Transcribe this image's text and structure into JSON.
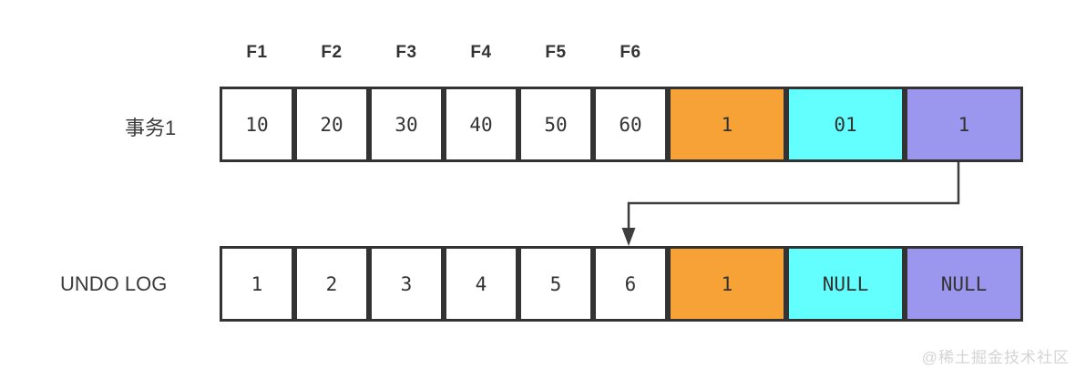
{
  "diagram": {
    "watermark": "@稀土掘金技术社区"
  },
  "colors": {
    "white": "#ffffff",
    "orange": "#f7a237",
    "cyan": "#63fefe",
    "purple": "#9c97ee",
    "border": "#333333",
    "arrow": "#3d3d3d",
    "text": "#333333",
    "watermark": "#d4d4d4"
  },
  "column_headers": [
    "F1",
    "F2",
    "F3",
    "F4",
    "F5",
    "F6"
  ],
  "rows": [
    {
      "label": "事务1",
      "cells": [
        {
          "value": "10",
          "color": "white"
        },
        {
          "value": "20",
          "color": "white"
        },
        {
          "value": "30",
          "color": "white"
        },
        {
          "value": "40",
          "color": "white"
        },
        {
          "value": "50",
          "color": "white"
        },
        {
          "value": "60",
          "color": "white"
        },
        {
          "value": "1",
          "color": "orange"
        },
        {
          "value": "01",
          "color": "cyan"
        },
        {
          "value": "1",
          "color": "purple"
        }
      ]
    },
    {
      "label": "UNDO LOG",
      "cells": [
        {
          "value": "1",
          "color": "white"
        },
        {
          "value": "2",
          "color": "white"
        },
        {
          "value": "3",
          "color": "white"
        },
        {
          "value": "4",
          "color": "white"
        },
        {
          "value": "5",
          "color": "white"
        },
        {
          "value": "6",
          "color": "white"
        },
        {
          "value": "1",
          "color": "orange"
        },
        {
          "value": "NULL",
          "color": "cyan"
        },
        {
          "value": "NULL",
          "color": "purple"
        }
      ]
    }
  ]
}
